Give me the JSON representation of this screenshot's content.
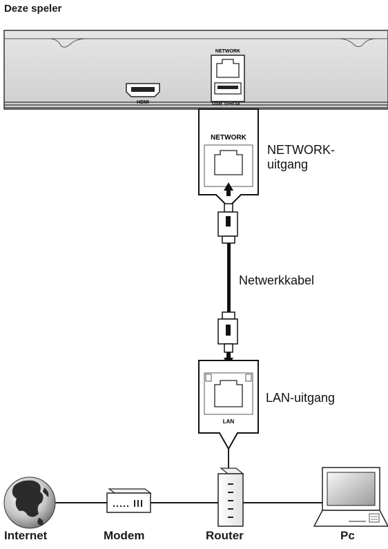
{
  "title": "Deze speler",
  "player": {
    "network_port_label": "NETWORK",
    "hdmi_label": "HDMI",
    "usb_label": "USB",
    "usb_rating": "5V⎓0.5A"
  },
  "network_output": {
    "panel_label": "NETWORK",
    "callout": [
      "NETWORK-",
      "uitgang"
    ]
  },
  "cable": {
    "callout": "Netwerkkabel"
  },
  "lan_output": {
    "panel_label": "LAN",
    "callout": "LAN-uitgang"
  },
  "devices": {
    "internet": "Internet",
    "modem": "Modem",
    "router": "Router",
    "pc": "Pc"
  },
  "icons": [
    "globe-icon",
    "modem-icon",
    "router-icon",
    "laptop-icon",
    "ethernet-jack-icon",
    "hdmi-port-icon",
    "usb-port-icon",
    "arrow-up-icon",
    "arrow-down-icon"
  ]
}
